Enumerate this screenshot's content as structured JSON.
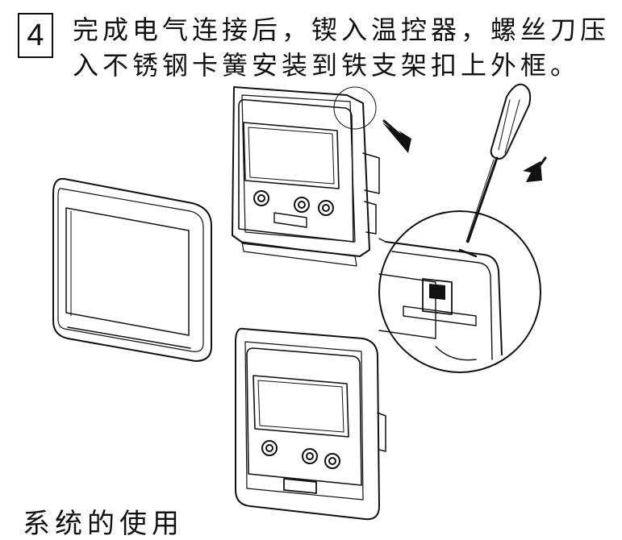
{
  "step": {
    "number": "4"
  },
  "instruction": {
    "line1": "完成电气连接后，锲入温控器，螺丝刀压",
    "line2": "入不锈钢卡簧安装到铁支架扣上外框。"
  },
  "next_heading_partial": "系统的使用",
  "icons": {
    "arrow_diagonal": "arrow-down-right-icon",
    "arrow_down": "arrow-down-icon"
  }
}
